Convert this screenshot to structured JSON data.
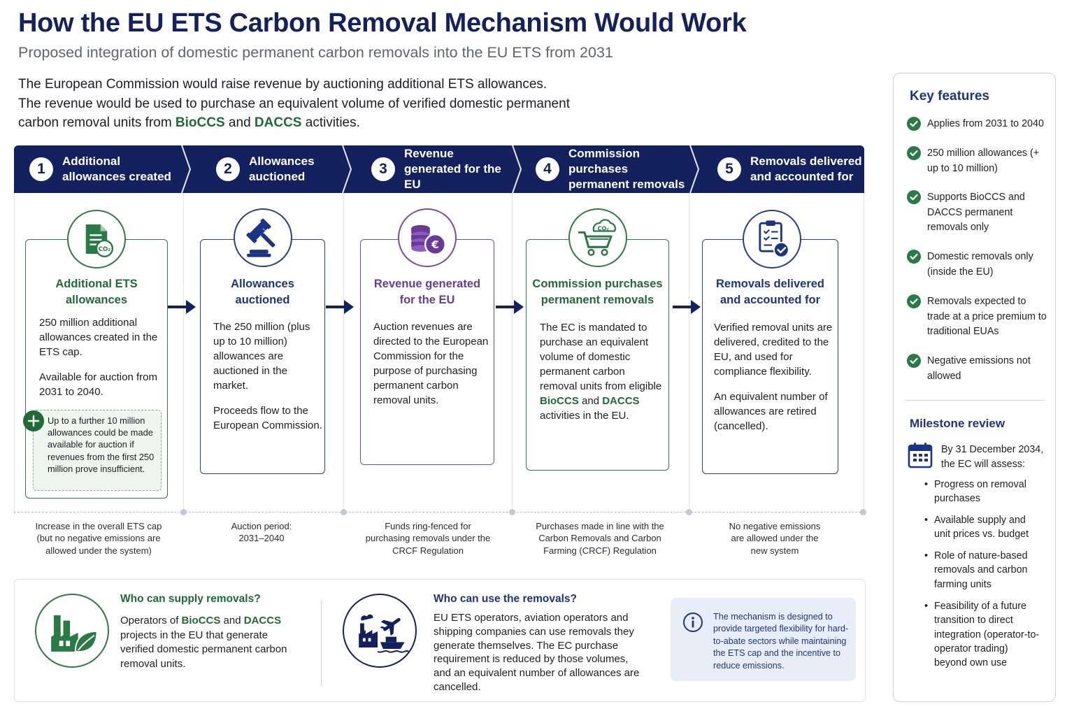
{
  "title": "How the EU ETS Carbon Removal Mechanism Would Work",
  "subtitle": "Proposed integration of domestic permanent carbon removals into the EU ETS from 2031",
  "intro": {
    "line1": "The European Commission would raise revenue by auctioning additional ETS allowances.",
    "line2": "The revenue would be used to purchase an equivalent volume of verified domestic permanent",
    "line3_a": "carbon removal units from ",
    "bioccs": "BioCCS",
    "and": " and ",
    "daccs": "DACCS",
    "line3_b": " activities."
  },
  "steps": [
    {
      "num": "1",
      "title": "Additional allowances created"
    },
    {
      "num": "2",
      "title": "Allowances auctioned"
    },
    {
      "num": "3",
      "title": "Revenue generated for the EU"
    },
    {
      "num": "4",
      "title": "Commission purchases permanent removals"
    },
    {
      "num": "5",
      "title": "Removals delivered and accounted for"
    }
  ],
  "cards": {
    "c1": {
      "icon": "document-co2-icon",
      "co2": "CO₂",
      "title": "Additional ETS allowances",
      "p1": "250 million additional allowances created in the ETS cap.",
      "p2": "Available for auction from 2031 to 2040.",
      "further": "Up to a further 10 million allowances could be made available for auction if revenues from the first 250 million prove insufficient."
    },
    "c2": {
      "icon": "gavel-icon",
      "title": "Allowances auctioned",
      "p1": "The 250 million (plus up to 10 million) allowances are auctioned in the market.",
      "p2": "Proceeds flow to the European Commission."
    },
    "c3": {
      "icon": "coins-euro-icon",
      "euro": "€",
      "title": "Revenue generated for the EU",
      "p1": "Auction revenues are directed to the European Commission for the purpose of purchasing permanent carbon removal units."
    },
    "c4": {
      "icon": "cart-co2-icon",
      "co2": "CO₂",
      "title": "Commission purchases permanent removals",
      "p1_a": "The EC is mandated to purchase an equivalent volume of domestic permanent carbon removal units from eligible ",
      "bioccs": "BioCCS",
      "and": " and ",
      "daccs": "DACCS",
      "p1_b": " activities in the EU."
    },
    "c5": {
      "icon": "clipboard-check-icon",
      "title": "Removals delivered and accounted for",
      "p1": "Verified removal units are delivered, credited to the EU, and used for compliance flexibility.",
      "p2": "An equivalent number of allowances are retired (cancelled)."
    }
  },
  "footnotes": [
    "Increase in the overall ETS cap (but no negative emissions are allowed under the system)",
    "Auction period: 2031–2040",
    "Funds ring-fenced for purchasing removals under the CRCF Regulation",
    "Purchases made in line with the Carbon Removals and Carbon Farming (CRCF) Regulation",
    "No negative emissions are allowed under the new system"
  ],
  "bottom": {
    "supply": {
      "icon": "factory-leaf-icon",
      "title": "Who can supply removals?",
      "text_a": "Operators of ",
      "bioccs": "BioCCS",
      "and": " and ",
      "daccs": "DACCS",
      "text_b": " projects in the EU that generate verified domestic permanent carbon removal units."
    },
    "use": {
      "icon": "industry-aviation-shipping-icon",
      "title": "Who can use the removals?",
      "text": "EU ETS operators, aviation operators and shipping companies can use removals they generate themselves. The EC purchase requirement is reduced by those volumes, and an equivalent number of allowances are cancelled."
    },
    "info": {
      "icon": "info-icon",
      "text": "The mechanism is designed to provide targeted flexibility for hard-to-abate sectors while maintaining the ETS cap and the incentive to reduce emissions."
    }
  },
  "sidebar": {
    "features_title": "Key features",
    "features": [
      "Applies from 2031 to 2040",
      "250 million allowances (+ up to 10 million)",
      "Supports BioCCS and DACCS permanent removals only",
      "Domestic removals only (inside the EU)",
      "Removals expected to trade at a price premium to traditional EUAs",
      "Negative emissions not allowed"
    ],
    "milestone_title": "Milestone review",
    "milestone_intro": "By 31 December 2034, the EC will assess:",
    "milestones": [
      "Progress on removal purchases",
      "Available supply and unit prices vs. budget",
      "Role of nature-based removals and carbon farming units",
      "Feasibility of a future transition to direct integration (operator-to-operator trading) beyond own use"
    ]
  },
  "colors": {
    "navy": "#13225e",
    "blue": "#1c3485",
    "green": "#206a36",
    "purple": "#6a3a99",
    "check_green": "#2a7a45",
    "info_bg": "#e8eef8"
  }
}
